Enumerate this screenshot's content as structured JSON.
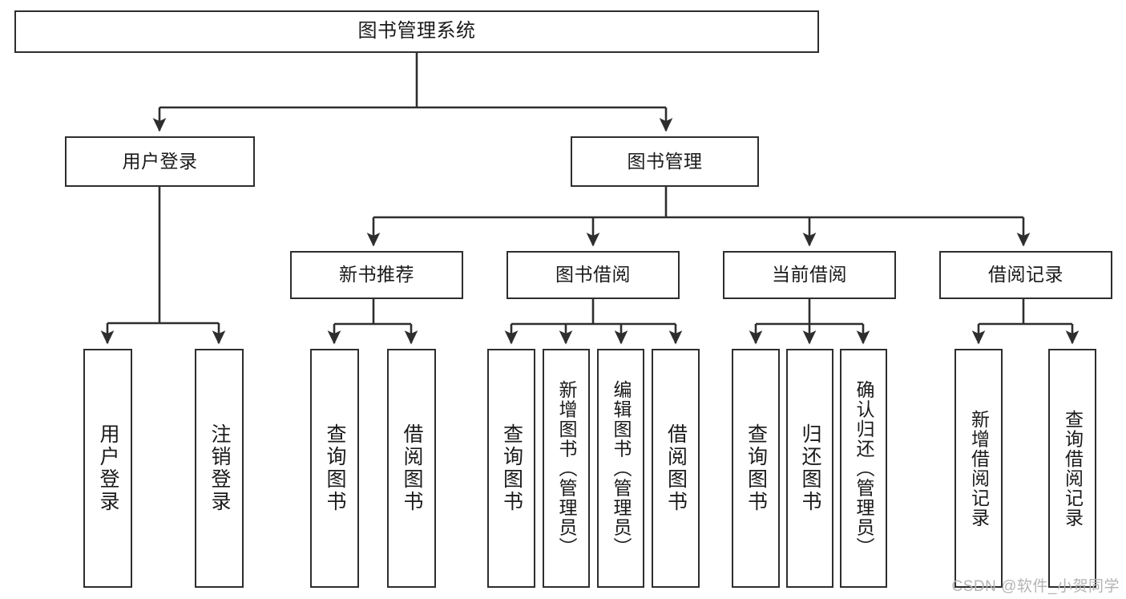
{
  "diagram": {
    "title": "图书管理系统",
    "type": "tree-hierarchy-chart",
    "background_color": "#ffffff",
    "stroke_color": "#2e2e2e",
    "text_color": "#1a1a1a"
  },
  "nodes": {
    "root": {
      "label": "图书管理系统"
    },
    "level2": [
      {
        "label": "用户登录"
      },
      {
        "label": "图书管理"
      }
    ],
    "level3": [
      {
        "label": "新书推荐"
      },
      {
        "label": "图书借阅"
      },
      {
        "label": "当前借阅"
      },
      {
        "label": "借阅记录"
      }
    ],
    "leaves": {
      "user_login": [
        {
          "label": "用户登录"
        },
        {
          "label": "注销登录"
        }
      ],
      "new_book_recommend": [
        {
          "label": "查询图书"
        },
        {
          "label": "借阅图书"
        }
      ],
      "book_borrow": [
        {
          "label": "查询图书"
        },
        {
          "label": "新增图书（管理员）"
        },
        {
          "label": "编辑图书（管理员）"
        },
        {
          "label": "借阅图书"
        }
      ],
      "current_borrow": [
        {
          "label": "查询图书"
        },
        {
          "label": "归还图书"
        },
        {
          "label": "确认归还（管理员）"
        }
      ],
      "borrow_record": [
        {
          "label": "新增借阅记录"
        },
        {
          "label": "查询借阅记录"
        }
      ]
    }
  },
  "watermark": {
    "text": "CSDN @软件_小贺同学"
  }
}
